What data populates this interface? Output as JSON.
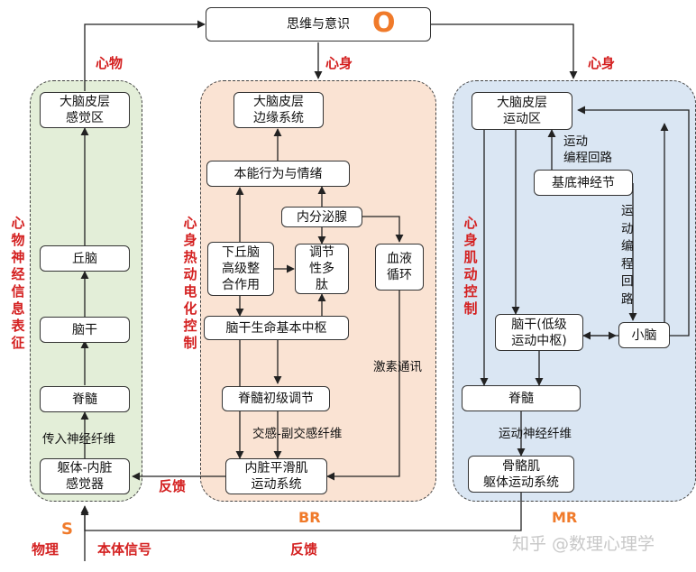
{
  "colors": {
    "accent_red": "#d42020",
    "accent_orange": "#f07a2a",
    "panel_green": "#e3eed8",
    "panel_peach": "#fae3d3",
    "panel_blue": "#dae6f3"
  },
  "top": {
    "mind": "思维与意识",
    "o_mark": "O"
  },
  "connector_labels": {
    "xin_wu": "心物",
    "xin_shen_mid": "心身",
    "xin_shen_right": "心身",
    "feedback_right": "反馈",
    "feedback_bottom": "反馈",
    "physics": "物理",
    "body_signal": "本体信号"
  },
  "side_titles": {
    "left": "心物神经信息表征",
    "middle": "心身热动电化控制",
    "right": "心身肌动控制"
  },
  "panel_marks": {
    "s": "S",
    "br": "BR",
    "mr": "MR"
  },
  "left_panel": {
    "cortex": "大脑皮层\n感觉区",
    "thalamus": "丘脑",
    "brainstem": "脑干",
    "spinal": "脊髓",
    "receptor": "躯体-内脏\n感觉器",
    "afferent": "传入神经纤维"
  },
  "middle_panel": {
    "cortex": "大脑皮层\n边缘系统",
    "instinct": "本能行为与情绪",
    "endocrine": "内分泌腺",
    "hypothalamus": "下丘脑\n高级整\n合作用",
    "peptide": "调节\n性多\n肽",
    "blood": "血液\n循环",
    "brainstem": "脑干生命基本中枢",
    "spinal": "脊髓初级调节",
    "smooth": "内脏平滑肌\n运动系统",
    "autonomic": "交感-副交感纤维",
    "hormone": "激素通讯"
  },
  "right_panel": {
    "cortex": "大脑皮层\n运动区",
    "motor_loop": "运动\n编程回路",
    "basal": "基底神经节",
    "motor_loop_v": "运动编程回路",
    "brainstem": "脑干(低级\n运动中枢)",
    "cerebellum": "小脑",
    "spinal": "脊髓",
    "motor_fiber": "运动神经纤维",
    "skeletal": "骨骼肌\n躯体运动系统"
  },
  "watermark": "知乎 @数理心理学"
}
